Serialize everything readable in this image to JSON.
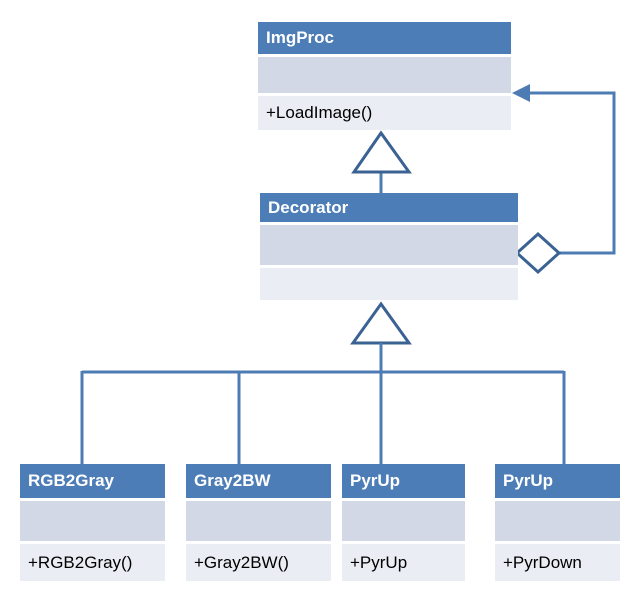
{
  "classes": [
    {
      "id": "imgproc",
      "name": "ImgProc",
      "attributes": "",
      "methods": "+LoadImage()"
    },
    {
      "id": "decorator",
      "name": "Decorator",
      "attributes": "",
      "methods": ""
    },
    {
      "id": "rgb2gray",
      "name": "RGB2Gray",
      "attributes": "",
      "methods": "+RGB2Gray()"
    },
    {
      "id": "gray2bw",
      "name": "Gray2BW",
      "attributes": "",
      "methods": "+Gray2BW()"
    },
    {
      "id": "pyrup1",
      "name": "PyrUp",
      "attributes": "",
      "methods": "+PyrUp"
    },
    {
      "id": "pyrup2",
      "name": "PyrUp",
      "attributes": "",
      "methods": "+PyrDown"
    }
  ],
  "relationships": [
    {
      "type": "generalization",
      "from": "Decorator",
      "to": "ImgProc"
    },
    {
      "type": "aggregation-with-arrow",
      "from": "Decorator",
      "to": "ImgProc"
    },
    {
      "type": "generalization",
      "from": "RGB2Gray",
      "to": "Decorator"
    },
    {
      "type": "generalization",
      "from": "Gray2BW",
      "to": "Decorator"
    },
    {
      "type": "generalization",
      "from": "PyrUp",
      "to": "Decorator"
    },
    {
      "type": "generalization",
      "from": "PyrUp (PyrDown)",
      "to": "Decorator"
    }
  ],
  "colors": {
    "header_fill": "#4d7db7",
    "attr_row_fill": "#d2d8e6",
    "method_row_fill": "#eaedf4",
    "header_text": "#ffffff",
    "method_text": "#000000",
    "connector": "#4d7cb5",
    "shape_outline": "#3a6292"
  }
}
